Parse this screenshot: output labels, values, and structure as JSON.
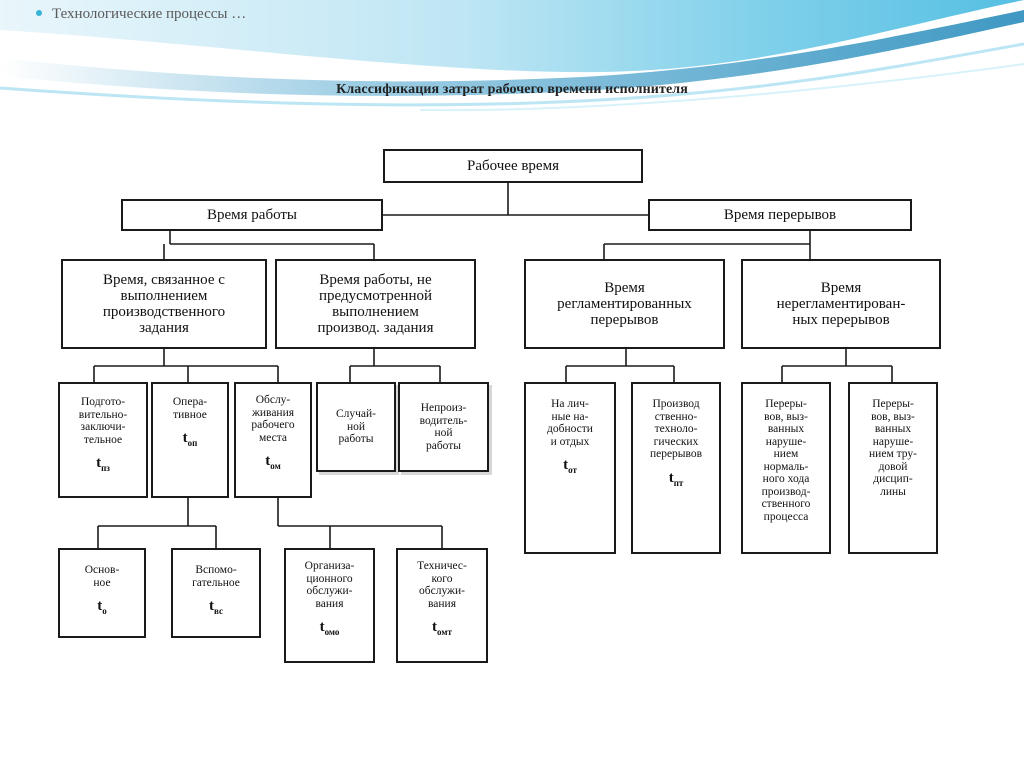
{
  "slide": {
    "header": "Технологические процессы …",
    "diagram_title": "Классификация затрат рабочего времени исполнителя"
  },
  "boxes": {
    "root": "Рабочее время",
    "work": "Время работы",
    "breaks": "Время перерывов",
    "task_related": "Время, связанное с\nвыполнением\nпроизводственного\nзадания",
    "not_planned": "Время работы, не\nпредусмотренной\nвыполнением\nпроизвод. задания",
    "regulated": "Время\nрегламентированных\nперерывов",
    "unregulated": "Время\nнерегламентирован-\nных перерывов",
    "prep": {
      "label": "Подгото-\nвительно-\nзаключи-\nтельное",
      "sym": "t",
      "sub": "пз"
    },
    "oper": {
      "label": "Опера-\nтивное",
      "sym": "t",
      "sub": "оп"
    },
    "service": {
      "label": "Обслу-\nживания\nрабочего\nместа",
      "sym": "t",
      "sub": "ом"
    },
    "random": {
      "label": "Случай-\nной\nработы"
    },
    "nonprod": {
      "label": "Непроиз-\nводитель-\nной\nработы"
    },
    "personal": {
      "label": "На лич-\nные на-\nдобности\nи отдых",
      "sym": "t",
      "sub": "от"
    },
    "techbreak": {
      "label": "Производ\nственно-\nтехноло-\nгических\nперерывов",
      "sym": "t",
      "sub": "пт"
    },
    "normbreak": {
      "label": "Переры-\nвов, выз-\nванных\nнаруше-\nнием\nнормаль-\nного хода\nпроизвод-\nственного\nпроцесса"
    },
    "discbreak": {
      "label": "Переры-\nвов, выз-\nванных\nнаруше-\nнием тру-\nдовой\nдисцип-\nлины"
    },
    "main": {
      "label": "Основ-\nное",
      "sym": "t",
      "sub": "о"
    },
    "aux": {
      "label": "Вспомо-\nгательное",
      "sym": "t",
      "sub": "вс"
    },
    "org": {
      "label": "Организа-\nционного\nобслужи-\nвания",
      "sym": "t",
      "sub": "омо"
    },
    "tech": {
      "label": "Техничес-\nкого\nобслужи-\nвания",
      "sym": "t",
      "sub": "омт"
    }
  },
  "colors": {
    "wave_dark": "#1d86b8",
    "wave_light": "#7fd0ea",
    "bullet": "#37b3d6",
    "border": "#1a1a1a"
  }
}
